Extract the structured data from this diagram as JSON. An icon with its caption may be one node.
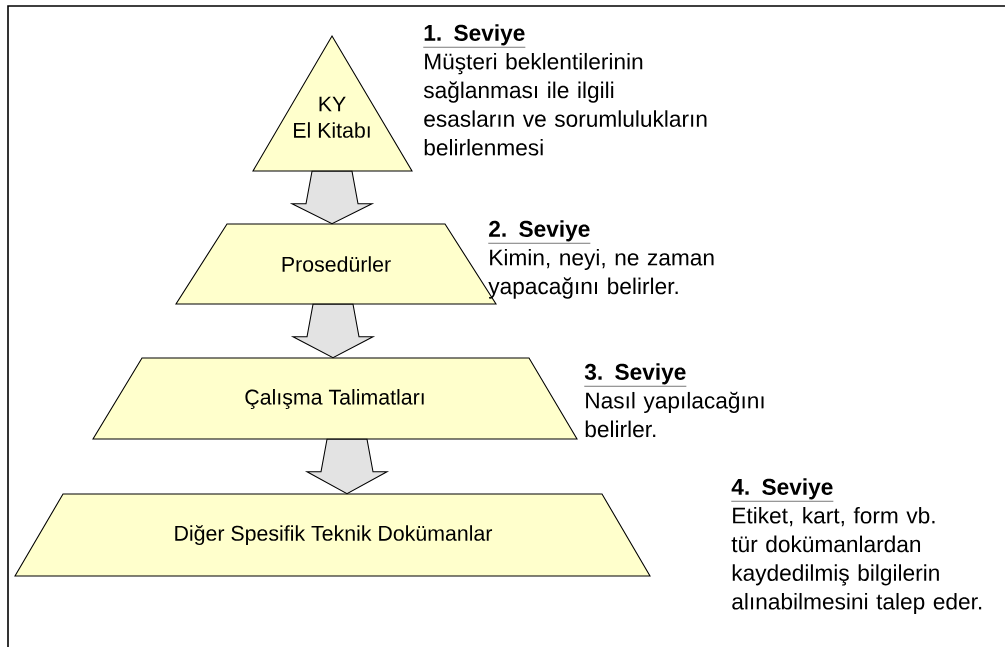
{
  "diagram": {
    "nodes": [
      {
        "text": [
          "KY",
          "El Kitabı"
        ],
        "beside": [
          "1. Seviye",
          "Müşteri beklentilerinin sağlanması ile ilgili esasların ve sorumlulukların belirlenmesi"
        ]
      },
      {
        "text": [
          "Prosedürler"
        ],
        "beside": [
          "2. Seviye",
          "Kimin, neyi, ne zaman yapacağını belirler."
        ]
      },
      {
        "text": [
          "Çalışma Talimatları"
        ],
        "beside": [
          "3. Seviye",
          "Nasıl yapılacağını belirler."
        ]
      },
      {
        "text": [
          "Diğer Spesifik Teknik Dokümanlar"
        ],
        "beside": [
          "4. Seviye",
          "Etiket, kart, form vb. tür dokümanlardan kaydedilmiş bilgilerin alınabilmesini talep eder."
        ]
      }
    ],
    "edges": [
      {
        "from": 0,
        "to": 1,
        "arrow": "to"
      },
      {
        "from": 1,
        "to": 2,
        "arrow": "to"
      },
      {
        "from": 2,
        "to": 3,
        "arrow": "to"
      }
    ]
  }
}
